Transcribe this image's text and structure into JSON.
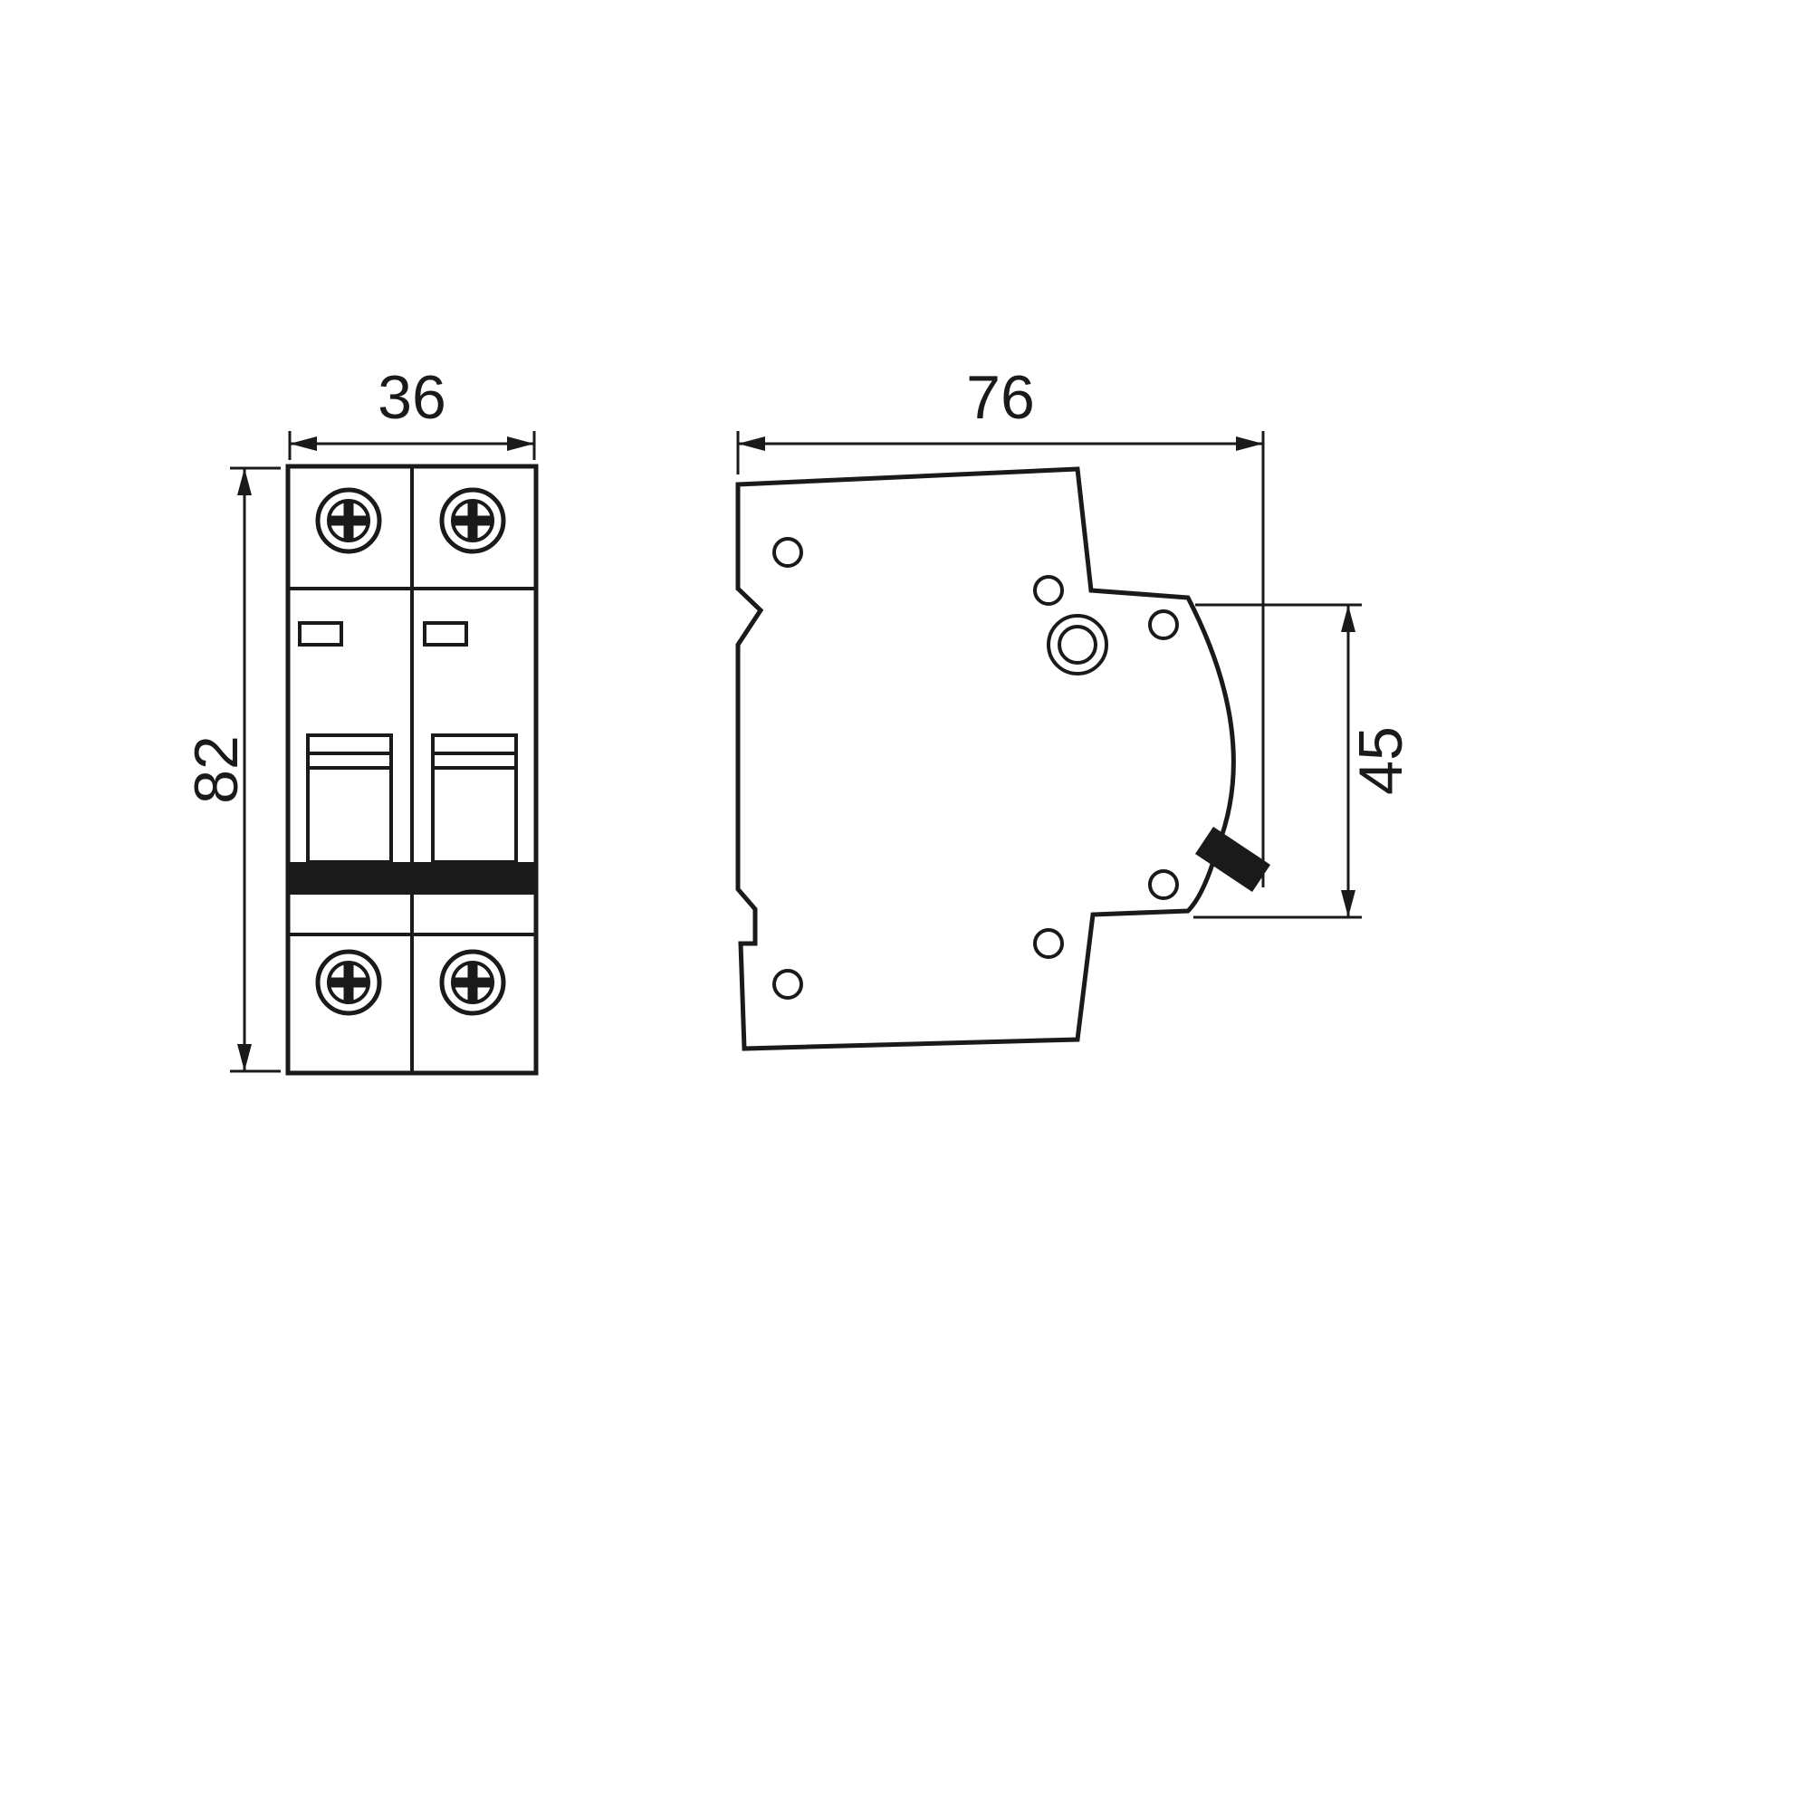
{
  "colors": {
    "background": "#ffffff",
    "line": "#1a1a1a"
  },
  "drawing": {
    "front_view": {
      "width_label": "36",
      "height_label": "82"
    },
    "side_view": {
      "depth_label": "76",
      "front_height_label": "45"
    }
  }
}
